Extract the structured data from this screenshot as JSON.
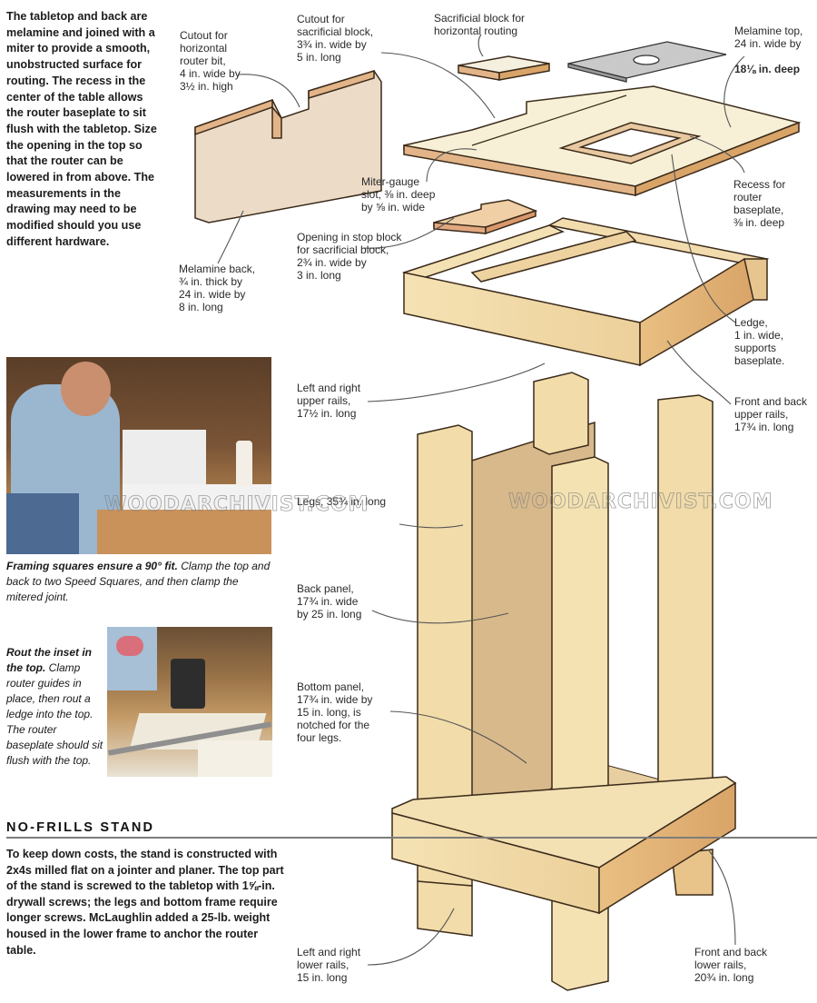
{
  "intro": {
    "text": "The tabletop and back are melamine and joined with a miter to provide a smooth, unobstructed surface for routing. The recess in the center of the table allows the router baseplate to sit flush with the tabletop. Size the opening in the top so that the router can be lowered in from above. The measurements in the drawing may need to be modified should you use different hardware."
  },
  "diagram_labels": {
    "cutout_horizontal": "Cutout for\nhorizontal\nrouter bit,\n4 in. wide by\n3½ in. high",
    "cutout_sacrificial": "Cutout for\nsacrificial block,\n3¾ in. wide by\n5 in. long",
    "sacrificial_block": "Sacrificial block for\nhorizontal routing",
    "melamine_top_1": "Melamine top,\n24 in. wide by",
    "melamine_top_2": "18⅛ in. deep",
    "miter_gauge_slot": "Miter-gauge\nslot, ⅜ in. deep\nby ⅝ in. wide",
    "recess": "Recess for\nrouter\nbaseplate,\n⅜ in. deep",
    "opening_stop_block": "Opening in stop block\nfor sacrificial block,\n2¾ in. wide by\n3 in. long",
    "melamine_back": "Melamine back,\n¾ in. thick by\n24 in. wide by\n8 in. long",
    "ledge": "Ledge,\n1 in. wide,\nsupports\nbaseplate.",
    "left_right_upper_rails": "Left and right\nupper rails,\n17½ in. long",
    "front_back_upper_rails": "Front and back\nupper rails,\n17¾ in. long",
    "legs": "Legs, 35¾ in. long",
    "back_panel": "Back panel,\n17¾ in. wide\nby 25 in. long",
    "bottom_panel": "Bottom panel,\n17¾ in. wide by\n15 in. long, is\nnotched for the\nfour legs.",
    "left_right_lower_rails": "Left and right\nlower rails,\n15 in. long",
    "front_back_lower_rails": "Front and back\nlower rails,\n20¾ in. long"
  },
  "photos": {
    "framing_caption_bold": "Framing squares ensure a 90° fit.",
    "framing_caption_rest": " Clamp the top and back to two Speed Squares, and then clamp the mitered joint.",
    "rout_caption_bold": "Rout the inset in the top.",
    "rout_caption_rest": " Clamp router guides in place, then rout a ledge into the top. The router baseplate should sit flush with the top."
  },
  "stand": {
    "heading": "NO-FRILLS STAND",
    "text": "To keep down costs, the stand is constructed with 2x4s milled flat on a jointer and planer. The top part of the stand is screwed to the tabletop with 1⅝-in. drywall screws; the legs and bottom frame require longer screws. McLaughlin added a 25-lb. weight housed in the lower frame to anchor the router table."
  },
  "watermark": "WOODARCHIVIST.COM",
  "colors": {
    "wood_light": "#f1dcaa",
    "wood_mid": "#e8c48a",
    "wood_edge": "#d9a76a",
    "melamine": "#f6f1dc",
    "melamine_edge": "#e2b487",
    "panel": "#dcbf92",
    "outline": "#3a2a1a",
    "leader": "#555555"
  }
}
